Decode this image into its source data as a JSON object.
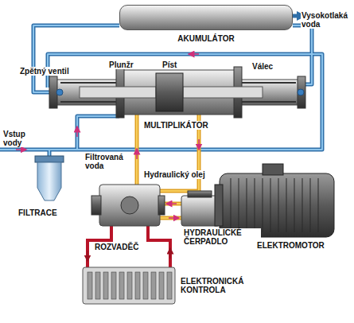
{
  "diagram": {
    "nodes": [
      {
        "text": [
          "AKUMULÁTOR"
        ]
      }
    ],
    "labels": [
      "Vysokotlaká voda",
      "Zpětný ventil",
      "Plunžr",
      "Píst",
      "Válec",
      "MULTIPLIKÁTOR",
      "Vstup vody",
      "Filtrovaná voda",
      "Hydraulický olej",
      "FILTRACE",
      "HYDRAULICKÉ ČERPADLO",
      "ROZVADĚČ",
      "ELEKTROMOTOR",
      "ELEKTRONICKÁ KONTROLA"
    ]
  }
}
